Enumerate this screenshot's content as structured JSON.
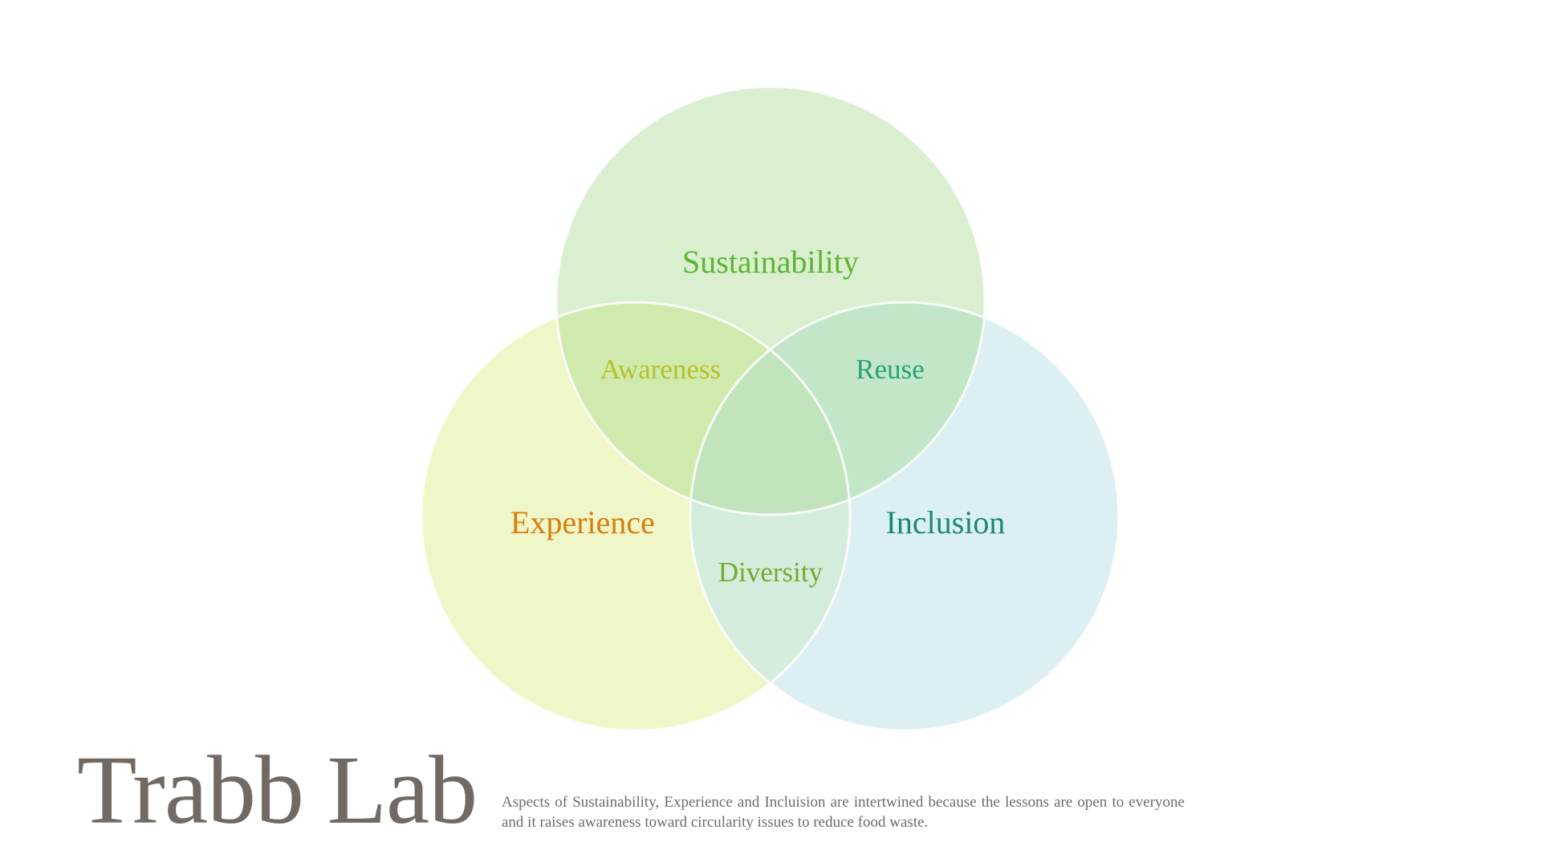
{
  "diagram": {
    "type": "venn",
    "sets": [
      {
        "name": "Sustainability",
        "fill": "#d9efd0",
        "label_color": "#5cb52e"
      },
      {
        "name": "Experience",
        "fill": "#eff7c9",
        "label_color": "#d87e0c"
      },
      {
        "name": "Inclusion",
        "fill": "#dcf0f4",
        "label_color": "#1d8a70"
      }
    ],
    "overlaps": [
      {
        "sets": [
          "Sustainability",
          "Experience"
        ],
        "name": "Awareness",
        "fill": "#d0eaae",
        "label_color": "#b5c227"
      },
      {
        "sets": [
          "Sustainability",
          "Inclusion"
        ],
        "name": "Reuse",
        "fill": "#c4e6c8",
        "label_color": "#27a27a"
      },
      {
        "sets": [
          "Experience",
          "Inclusion"
        ],
        "name": "Diversity",
        "fill": "#d4ecdc",
        "label_color": "#72ac2e"
      },
      {
        "sets": [
          "Sustainability",
          "Experience",
          "Inclusion"
        ],
        "name": "",
        "fill": "#c2e4bc"
      }
    ]
  },
  "footer": {
    "title": "Trabb Lab",
    "caption": "Aspects of Sustainability, Experience and Incluision are intertwined because the lessons are open to everyone and it raises awareness toward circularity issues to reduce food waste."
  }
}
